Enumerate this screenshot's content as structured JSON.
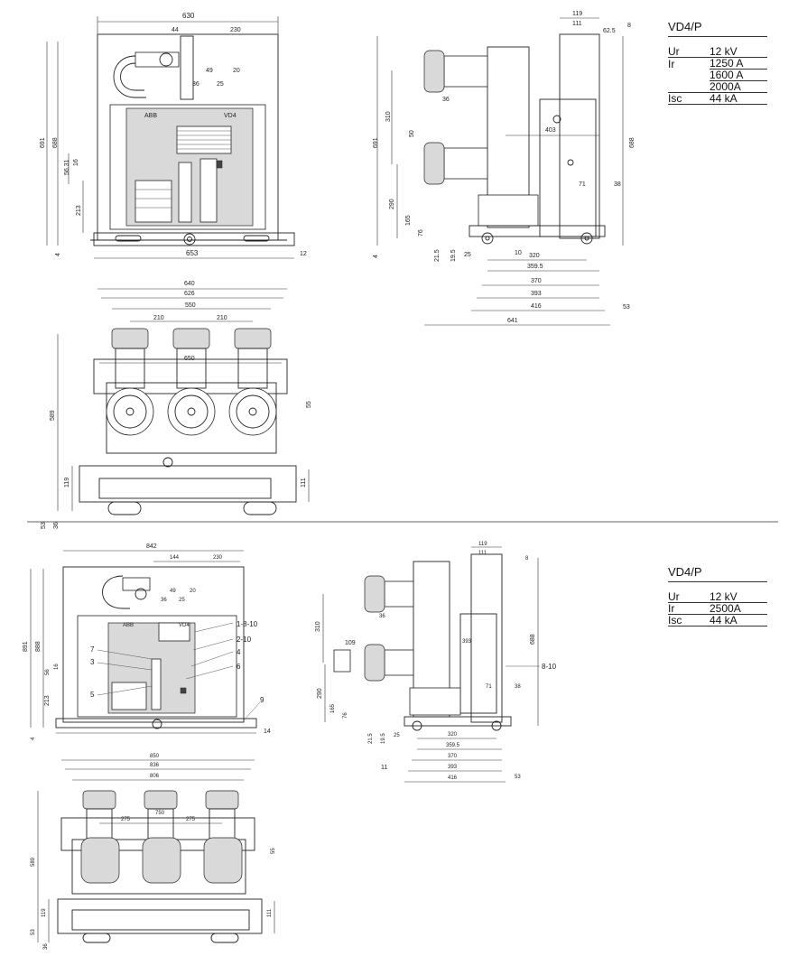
{
  "top": {
    "spec": {
      "title": "VD4/P",
      "rows": [
        {
          "k": "Ur",
          "v": "12 kV"
        },
        {
          "k": "Ir",
          "v": "1250 A"
        },
        {
          "k": "",
          "v": "1600 A"
        },
        {
          "k": "",
          "v": "2000A"
        },
        {
          "k": "Isc",
          "v": "44 kA"
        }
      ]
    },
    "front": {
      "dims": [
        "630",
        "44",
        "230",
        "49",
        "20",
        "36",
        "25",
        "691",
        "688",
        "56.31",
        "16",
        "213",
        "4",
        "653",
        "12"
      ],
      "brand": "ABB",
      "model": "VD4"
    },
    "side": {
      "dims": [
        "119",
        "111",
        "62.5",
        "8",
        "36",
        "310",
        "691",
        "50",
        "403",
        "688",
        "71",
        "38",
        "290",
        "165",
        "76",
        "4",
        "21.5",
        "19.5",
        "25",
        "10",
        "320",
        "359.5",
        "370",
        "393",
        "416",
        "641",
        "53"
      ]
    },
    "plan": {
      "dims": [
        "640",
        "626",
        "550",
        "210",
        "210",
        "650",
        "589",
        "55",
        "119",
        "111",
        "53",
        "36"
      ]
    }
  },
  "bottom": {
    "spec": {
      "title": "VD4/P",
      "rows": [
        {
          "k": "Ur",
          "v": "12 kV"
        },
        {
          "k": "Ir",
          "v": "2500A"
        },
        {
          "k": "Isc",
          "v": "44 kA"
        }
      ]
    },
    "front": {
      "dims": [
        "842",
        "144",
        "230",
        "49",
        "20",
        "36",
        "25",
        "891",
        "888",
        "56",
        "16",
        "213",
        "4",
        "14"
      ],
      "callouts": [
        "1-8-10",
        "2-10",
        "4",
        "6",
        "7",
        "3",
        "5",
        "9"
      ],
      "brand": "ABB",
      "model": "VD4"
    },
    "side": {
      "dims": [
        "119",
        "111",
        "8",
        "36",
        "310",
        "109",
        "393",
        "8-10",
        "688",
        "71",
        "38",
        "290",
        "165",
        "76",
        "21.5",
        "19.5",
        "25",
        "11",
        "320",
        "359.5",
        "370",
        "393",
        "416",
        "53"
      ]
    },
    "plan": {
      "dims": [
        "850",
        "836",
        "806",
        "275",
        "750",
        "275",
        "589",
        "55",
        "119",
        "111",
        "53",
        "36"
      ]
    }
  }
}
